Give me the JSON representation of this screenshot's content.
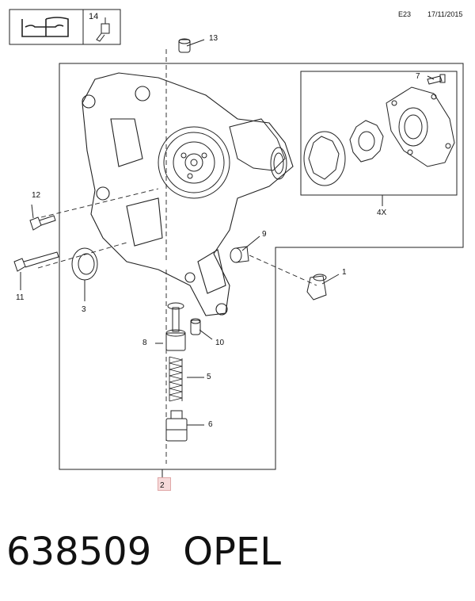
{
  "header": {
    "code": "E23",
    "date": "17/11/2015",
    "tool_ref": "14"
  },
  "callouts": [
    "13",
    "7",
    "12",
    "9",
    "1",
    "11",
    "3",
    "4X",
    "8",
    "10",
    "5",
    "6",
    "2"
  ],
  "footer": {
    "part_number": "638509",
    "brand": "OPEL"
  }
}
